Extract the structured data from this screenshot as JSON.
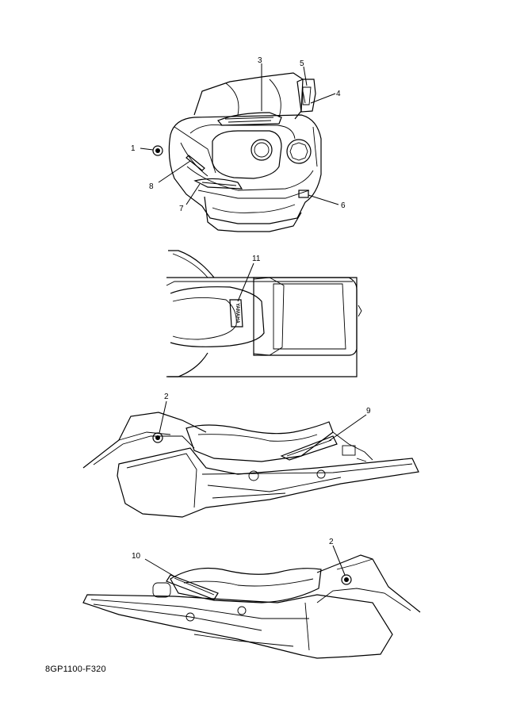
{
  "callouts": {
    "c1": "1",
    "c2a": "2",
    "c2b": "2",
    "c3": "3",
    "c4": "4",
    "c5": "5",
    "c6": "6",
    "c7": "7",
    "c8": "8",
    "c9": "9",
    "c10": "10",
    "c11": "11"
  },
  "decal_text": {
    "brand": "YAMAHA"
  },
  "figure_code": "8GP1100-F320"
}
